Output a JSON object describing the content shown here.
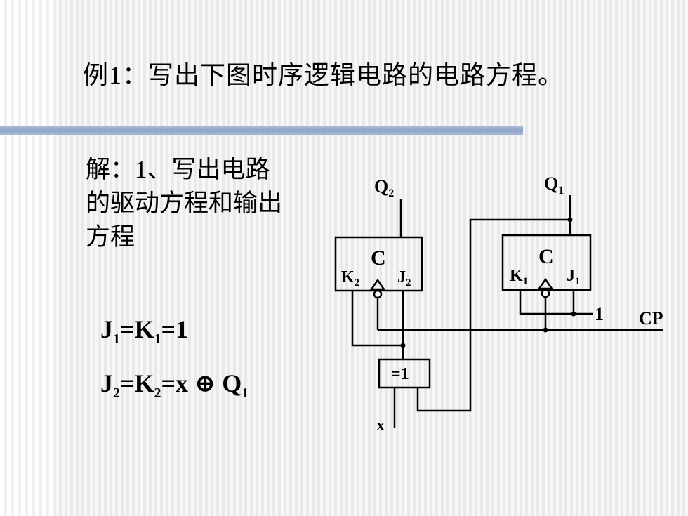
{
  "title": "例1：写出下图时序逻辑电路的电路方程。",
  "solution": {
    "line1": "解：1、写出电路",
    "line2": "的驱动方程和输出",
    "line3": "方程"
  },
  "equations": {
    "eq1": {
      "j": "J",
      "j_sub": "1",
      "eq_a": "=K",
      "k_sub": "1",
      "rhs": "=1"
    },
    "eq2": {
      "j": "J",
      "j_sub": "2",
      "eq_a": "=K",
      "k_sub": "2",
      "mid": "=x ⊕ Q",
      "q_sub": "1"
    }
  },
  "circuit": {
    "q2": "Q",
    "q2_sub": "2",
    "q1": "Q",
    "q1_sub": "1",
    "ff2_clock": "C",
    "ff1_clock": "C",
    "k2": "K",
    "k2_sub": "2",
    "j2": "J",
    "j2_sub": "2",
    "k1": "K",
    "k1_sub": "1",
    "j1": "J",
    "j1_sub": "1",
    "const_one": "1",
    "cp": "CP",
    "xor_gate": "=1",
    "input_x": "x"
  }
}
